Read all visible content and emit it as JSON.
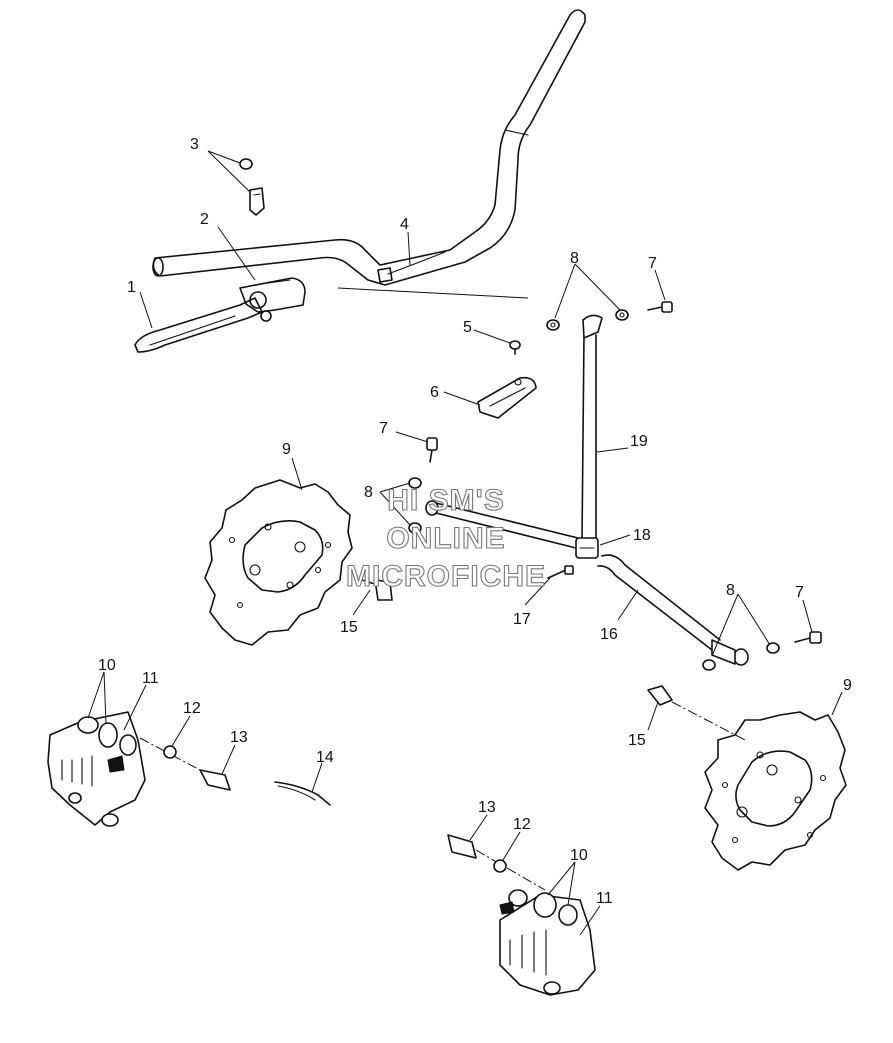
{
  "watermark": {
    "line1": "HI SM'S",
    "line2": "ONLINE",
    "line3": "MICROFICHE"
  },
  "callouts": {
    "c1": "1",
    "c2": "2",
    "c3": "3",
    "c4": "4",
    "c5": "5",
    "c6": "6",
    "c7a": "7",
    "c7b": "7",
    "c7c": "7",
    "c8a": "8",
    "c8b": "8",
    "c8c": "8",
    "c9a": "9",
    "c9b": "9",
    "c10a": "10",
    "c10b": "10",
    "c11a": "11",
    "c11b": "11",
    "c12a": "12",
    "c12b": "12",
    "c13a": "13",
    "c13b": "13",
    "c14": "14",
    "c15a": "15",
    "c15b": "15",
    "c16": "16",
    "c17": "17",
    "c18": "18",
    "c19": "19"
  }
}
